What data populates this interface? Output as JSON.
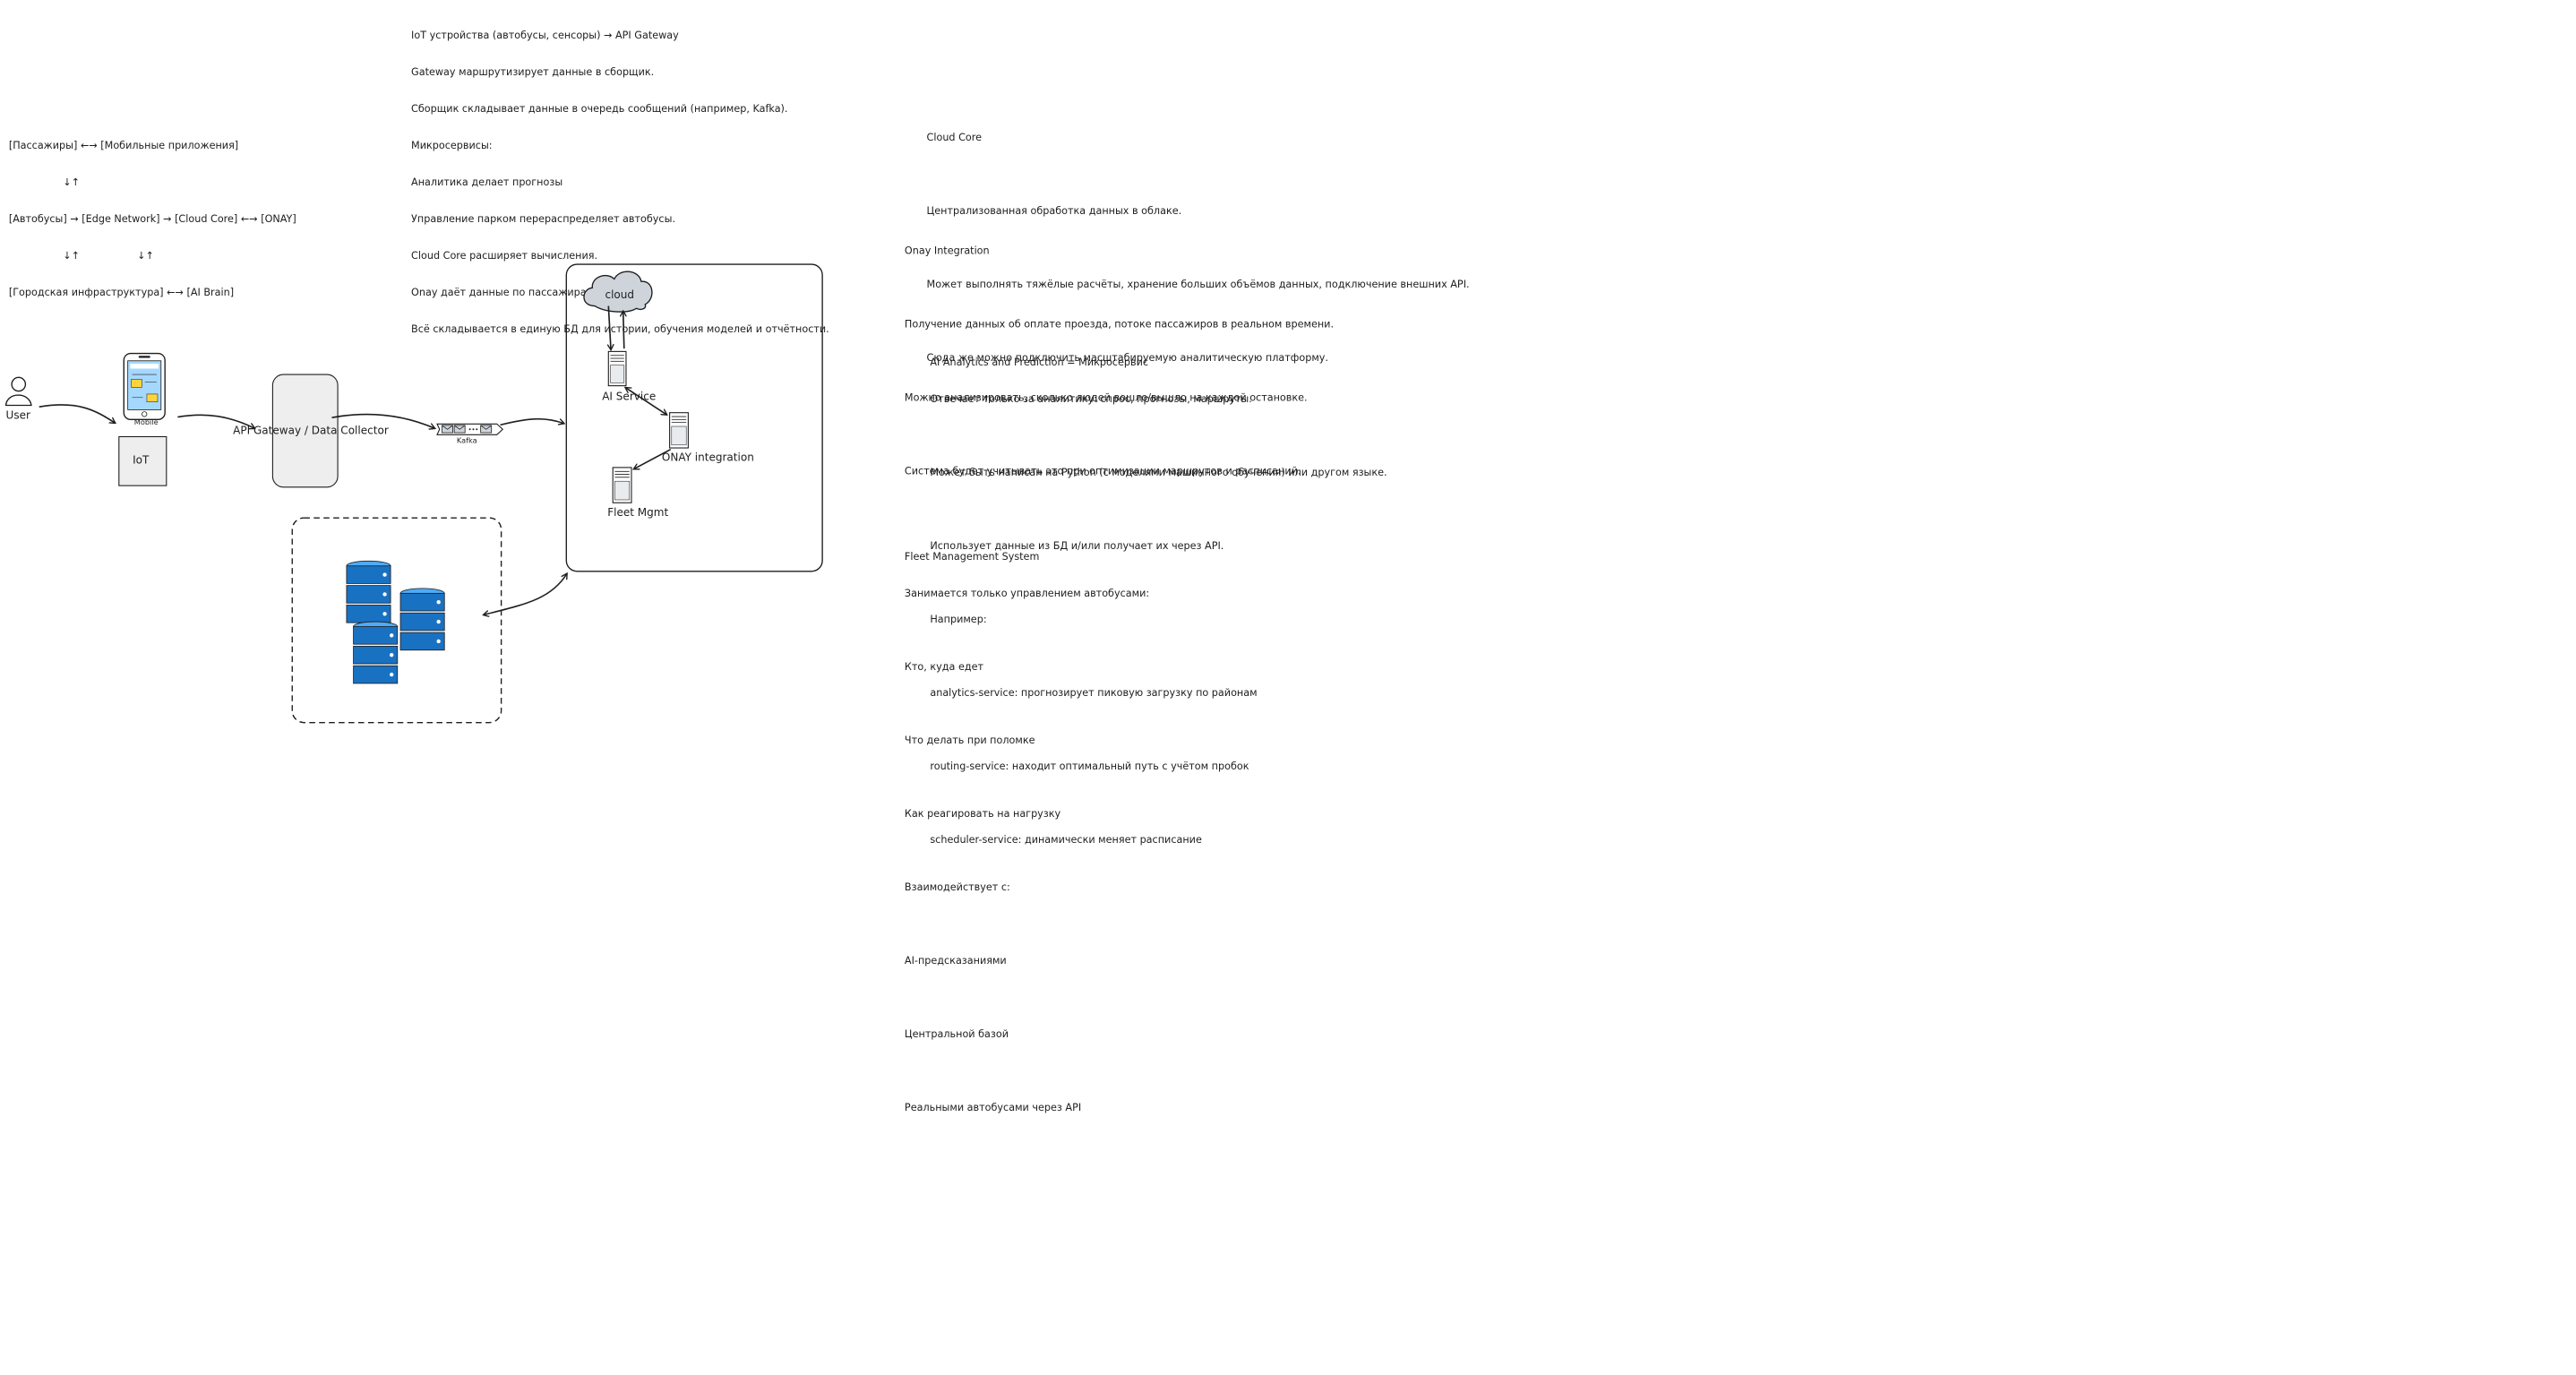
{
  "top_steps": {
    "lines": [
      "IoT устройства (автобусы, сенсоры) → API Gateway",
      "Gateway маршрутизирует данные в сборщик.",
      "Сборщик складывает данные в очередь сообщений (например, Kafka).",
      "Микросервисы:",
      "Аналитика делает прогнозы",
      "Управление парком перераспределяет автобусы.",
      "Cloud Core расширяет вычисления.",
      "Onay даёт данные по пассажирам.",
      "Всё складывается в единую БД для истории, обучения моделей и отчётности."
    ]
  },
  "topology": {
    "lines": [
      "[Пассажиры] ←→ [Мобильные приложения]",
      "                 ↓↑",
      "[Автобусы] → [Edge Network] → [Cloud Core] ←→ [ONAY]",
      "                 ↓↑                  ↓↑",
      "[Городская инфраструктура] ←→ [AI Brain]"
    ]
  },
  "notes": {
    "cloud_core": {
      "title": "Cloud Core",
      "lines": [
        "Централизованная обработка данных в облаке.",
        "Может выполнять тяжёлые расчёты, хранение больших объёмов данных, подключение внешних API.",
        "Сюда же можно подключить масштабируемую аналитическую платформу."
      ]
    },
    "onay": {
      "title": "Onay Integration",
      "lines": [
        "Получение данных об оплате проезда, потоке пассажиров в реальном времени.",
        "Можно анализировать, сколько людей вошло/вышло на каждой остановке.",
        "Система будет учитывать это при оптимизации маршрутов и расписаний."
      ]
    },
    "ai": {
      "title": "AI Analytics and Prediction = Микросервис",
      "subtitle": "Отвечает только за аналитику: спрос, прогнозы, маршруты.",
      "lines": [
        "Может быть написан на Python (с моделями машинного обучения) или другом языке.",
        "Использует данные из БД и/или получает их через API.",
        "Например:",
        "analytics-service: прогнозирует пиковую загрузку по районам",
        "routing-service: находит оптимальный путь с учётом пробок",
        "scheduler-service: динамически меняет расписание"
      ]
    },
    "fleet": {
      "title": "Fleet Management System",
      "subtitle": "Занимается только управлением автобусами:",
      "lines": [
        "Кто, куда едет",
        "Что делать при поломке",
        "Как реагировать на нагрузку",
        "Взаимодействует с:",
        "AI-предсказаниями",
        "Центральной базой",
        "Реальными автобусами через API"
      ]
    }
  },
  "diagram": {
    "user": "User",
    "mobile": "Mobile",
    "iot": "IoT",
    "gateway": "API Gateway / Data Collector",
    "kafka": "Kafka",
    "cloud": "cloud",
    "ai_service": "AI Service",
    "onay_integration": "ONAY integration",
    "fleet_mgmt": "Fleet Mgmt"
  },
  "colors": {
    "stroke": "#1e1e1e",
    "box_fill": "#eeeeee",
    "cloud_fill": "#ced4da",
    "db_blue": "#1971c2",
    "db_light": "#4dabf7",
    "phone_screen": "#a5d8ff",
    "phone_note": "#ffd43b"
  }
}
